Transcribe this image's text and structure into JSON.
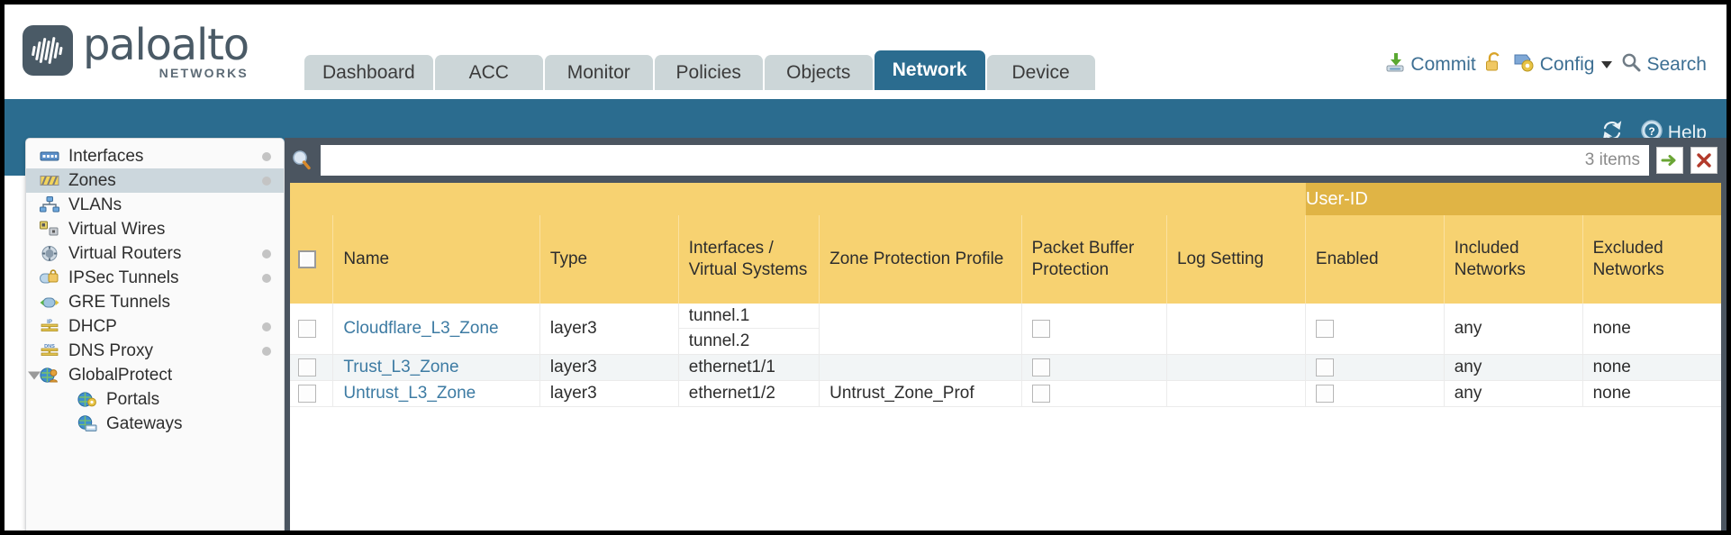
{
  "brand": {
    "name": "paloalto",
    "sub": "NETWORKS"
  },
  "tabs": [
    {
      "label": "Dashboard",
      "active": false
    },
    {
      "label": "ACC",
      "active": false
    },
    {
      "label": "Monitor",
      "active": false
    },
    {
      "label": "Policies",
      "active": false
    },
    {
      "label": "Objects",
      "active": false
    },
    {
      "label": "Network",
      "active": true
    },
    {
      "label": "Device",
      "active": false
    }
  ],
  "top_actions": {
    "commit": "Commit",
    "config": "Config",
    "search": "Search"
  },
  "bluebar": {
    "help": "Help"
  },
  "sidebar": {
    "items": [
      {
        "label": "Interfaces",
        "icon": "interfaces-icon",
        "dot": true,
        "selected": false,
        "indent": false,
        "caret": false
      },
      {
        "label": "Zones",
        "icon": "zones-icon",
        "dot": true,
        "selected": true,
        "indent": false,
        "caret": false
      },
      {
        "label": "VLANs",
        "icon": "vlans-icon",
        "dot": false,
        "selected": false,
        "indent": false,
        "caret": false
      },
      {
        "label": "Virtual Wires",
        "icon": "virtual-wires-icon",
        "dot": false,
        "selected": false,
        "indent": false,
        "caret": false
      },
      {
        "label": "Virtual Routers",
        "icon": "virtual-routers-icon",
        "dot": true,
        "selected": false,
        "indent": false,
        "caret": false
      },
      {
        "label": "IPSec Tunnels",
        "icon": "ipsec-tunnels-icon",
        "dot": true,
        "selected": false,
        "indent": false,
        "caret": false
      },
      {
        "label": "GRE Tunnels",
        "icon": "gre-tunnels-icon",
        "dot": false,
        "selected": false,
        "indent": false,
        "caret": false
      },
      {
        "label": "DHCP",
        "icon": "dhcp-icon",
        "dot": true,
        "selected": false,
        "indent": false,
        "caret": false
      },
      {
        "label": "DNS Proxy",
        "icon": "dns-proxy-icon",
        "dot": true,
        "selected": false,
        "indent": false,
        "caret": false
      },
      {
        "label": "GlobalProtect",
        "icon": "globalprotect-icon",
        "dot": false,
        "selected": false,
        "indent": false,
        "caret": true
      },
      {
        "label": "Portals",
        "icon": "portals-icon",
        "dot": false,
        "selected": false,
        "indent": true,
        "caret": false
      },
      {
        "label": "Gateways",
        "icon": "gateways-icon",
        "dot": false,
        "selected": false,
        "indent": true,
        "caret": false
      }
    ]
  },
  "search": {
    "value": "",
    "placeholder": "",
    "item_count": "3 items"
  },
  "table": {
    "group_header": {
      "label": "User-ID",
      "span": 3
    },
    "columns": [
      "Name",
      "Type",
      "Interfaces / Virtual Systems",
      "Zone Protection Profile",
      "Packet Buffer Protection",
      "Log Setting",
      "Enabled",
      "Included Networks",
      "Excluded Networks"
    ],
    "rows": [
      {
        "selected": false,
        "name": "Cloudflare_L3_Zone",
        "type": "layer3",
        "interfaces": [
          "tunnel.1",
          "tunnel.2"
        ],
        "zone_protection_profile": "",
        "packet_buffer_protection": false,
        "log_setting": "",
        "userid_enabled": false,
        "included_networks": "any",
        "excluded_networks": "none"
      },
      {
        "selected": false,
        "name": "Trust_L3_Zone",
        "type": "layer3",
        "interfaces": [
          "ethernet1/1"
        ],
        "zone_protection_profile": "",
        "packet_buffer_protection": false,
        "log_setting": "",
        "userid_enabled": false,
        "included_networks": "any",
        "excluded_networks": "none"
      },
      {
        "selected": false,
        "name": "Untrust_L3_Zone",
        "type": "layer3",
        "interfaces": [
          "ethernet1/2"
        ],
        "zone_protection_profile": "Untrust_Zone_Prof",
        "packet_buffer_protection": false,
        "log_setting": "",
        "userid_enabled": false,
        "included_networks": "any",
        "excluded_networks": "none"
      }
    ]
  },
  "colors": {
    "brand_blue": "#2b6c8f",
    "header_amber": "#f7d271",
    "group_amber": "#e0b445",
    "link_blue": "#3d7ba3",
    "content_bg": "#4b5560"
  }
}
